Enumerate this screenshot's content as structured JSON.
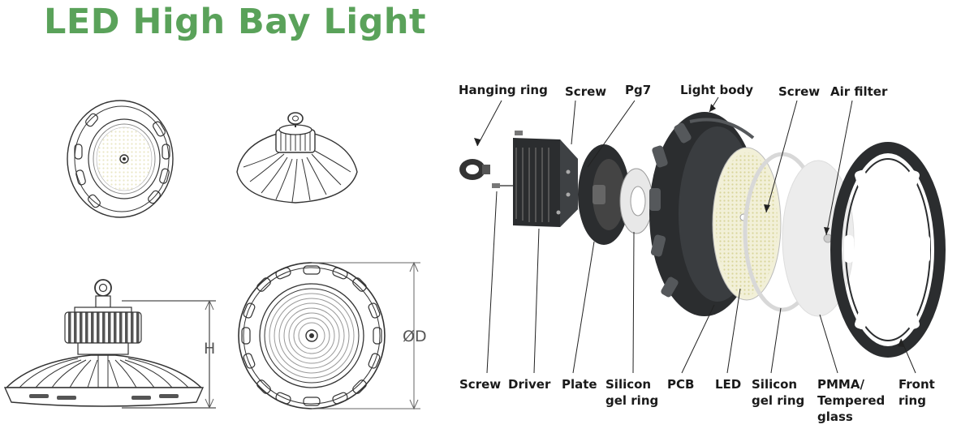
{
  "title": "LED High Bay Light",
  "colors": {
    "title": "#5aa25a",
    "drawing": "#333333",
    "body": "#2b2d2f",
    "led": "#f2f0d8"
  },
  "dimensions": {
    "height": "H",
    "diameter": "ØD"
  },
  "parts": {
    "hanging_ring": "Hanging ring",
    "screw_top": "Screw",
    "pg7": "Pg7",
    "light_body": "Light body",
    "screw_top2": "Screw",
    "air_filter": "Air filter",
    "screw_bottom": "Screw",
    "driver": "Driver",
    "plate": "Plate",
    "silicon_gel_ring_1": [
      "Silicon",
      "gel ring"
    ],
    "pcb": "PCB",
    "led": "LED",
    "silicon_gel_ring_2": [
      "Silicon",
      "gel ring"
    ],
    "pmma": [
      "PMMA/",
      "Tempered",
      "glass"
    ],
    "front_ring": [
      "Front",
      "ring"
    ]
  }
}
